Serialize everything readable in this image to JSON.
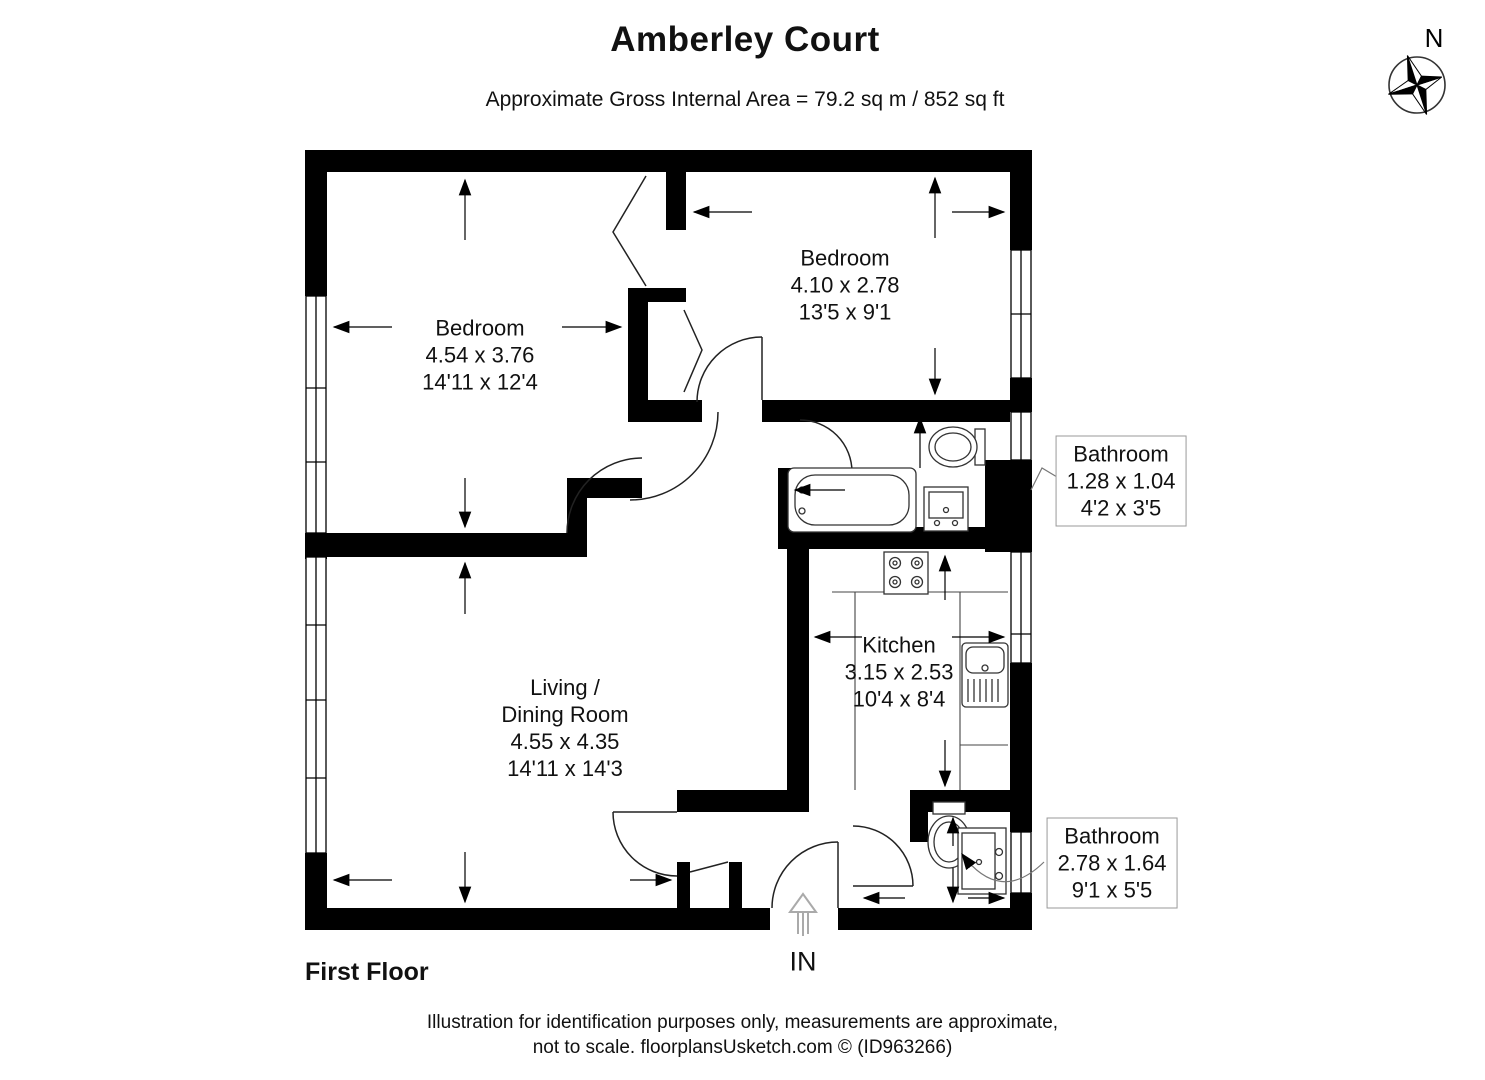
{
  "header": {
    "title": "Amberley Court",
    "subtitle": "Approximate Gross Internal Area = 79.2 sq m / 852 sq ft"
  },
  "compass": {
    "label": "N"
  },
  "rooms": {
    "bedroom1": {
      "name": "Bedroom",
      "metric": "4.54 x 3.76",
      "imperial": "14'11 x 12'4"
    },
    "bedroom2": {
      "name": "Bedroom",
      "metric": "4.10 x 2.78",
      "imperial": "13'5 x 9'1"
    },
    "bathroom1": {
      "name": "Bathroom",
      "metric": "1.28 x 1.04",
      "imperial": "4'2 x 3'5"
    },
    "kitchen": {
      "name": "Kitchen",
      "metric": "3.15 x 2.53",
      "imperial": "10'4 x 8'4"
    },
    "living": {
      "name_line1": "Living /",
      "name_line2": "Dining Room",
      "metric": "4.55 x 4.35",
      "imperial": "14'11 x 14'3"
    },
    "bathroom2": {
      "name": "Bathroom",
      "metric": "2.78 x 1.64",
      "imperial": "9'1 x 5'5"
    }
  },
  "floor": {
    "label": "First Floor"
  },
  "entrance": {
    "label": "IN"
  },
  "footer": {
    "line1": "Illustration for identification purposes only, measurements are approximate,",
    "line2": "not to scale. floorplansUsketch.com © (ID963266)"
  }
}
